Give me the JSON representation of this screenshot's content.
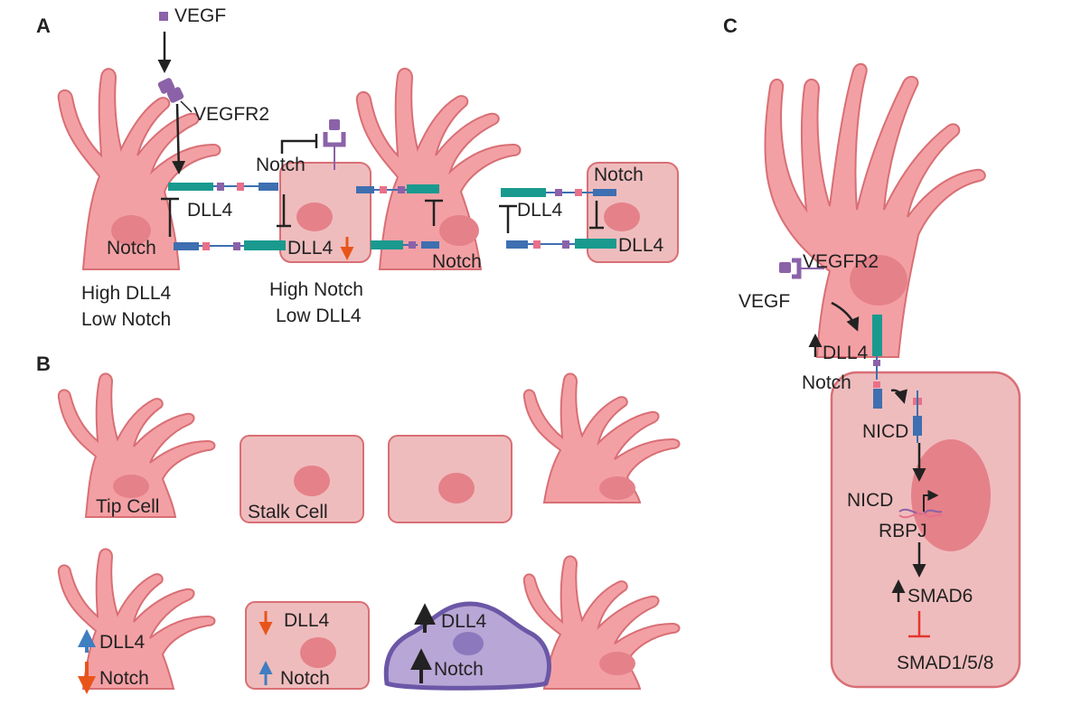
{
  "panels": {
    "a": "A",
    "b": "B",
    "c": "C"
  },
  "colors": {
    "cell_fill": "#f3a0a4",
    "cell_stroke": "#d86f75",
    "stalk_fill": "#efbcbd",
    "nucleus": "#e58189",
    "receptor": "#8b62a8",
    "dll4_green": "#1a9a8f",
    "notch_blue": "#3e6fb0",
    "arrow_orange": "#e8551a",
    "arrow_blue": "#3f7ec1",
    "inhibit_red": "#e4362e",
    "purple_cell": "#b8a6d6",
    "purple_stroke": "#6b57a6"
  },
  "a": {
    "vegf": "VEGF",
    "vegfr2": "VEGFR2",
    "dll4_1": "DLL4",
    "notch_1": "Notch",
    "notch_2": "Notch",
    "dll4_2": "DLL4",
    "notch_3": "Notch",
    "dll4_3": "DLL4",
    "notch_4": "Notch",
    "dll4_4": "DLL4",
    "cap1_line1": "High DLL4",
    "cap1_line2": "Low Notch",
    "cap2_line1": "High Notch",
    "cap2_line2": "Low DLL4"
  },
  "b": {
    "tip": "Tip Cell",
    "stalk": "Stalk Cell",
    "dll4_1": "DLL4",
    "notch_1": "Notch",
    "dll4_2": "DLL4",
    "notch_2": "Notch",
    "dll4_3": "DLL4",
    "notch_3": "Notch"
  },
  "c": {
    "vegfr2": "VEGFR2",
    "vegf": "VEGF",
    "dll4": "DLL4",
    "notch": "Notch",
    "nicd_1": "NICD",
    "nicd_2": "NICD",
    "rbpj": "RBPJ",
    "smad6": "SMAD6",
    "smad158": "SMAD1/5/8"
  }
}
